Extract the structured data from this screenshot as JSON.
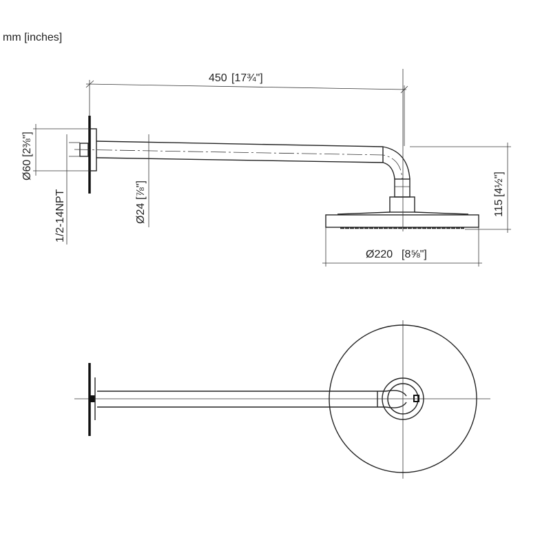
{
  "units_label": "mm [inches]",
  "dimensions": {
    "arm_length": {
      "mm": "450",
      "inches": "[17¾\"]"
    },
    "wall_plate_diameter": {
      "mm": "Ø60",
      "inches": "[2⅜\"]"
    },
    "thread": {
      "label": "1/2-14NPT"
    },
    "arm_diameter": {
      "mm": "Ø24",
      "inches": "[⅞\"]"
    },
    "drop_height": {
      "mm": "115",
      "inches": "[4½\"]"
    },
    "head_diameter": {
      "mm": "Ø220",
      "inches": "[8⅝\"]"
    }
  }
}
